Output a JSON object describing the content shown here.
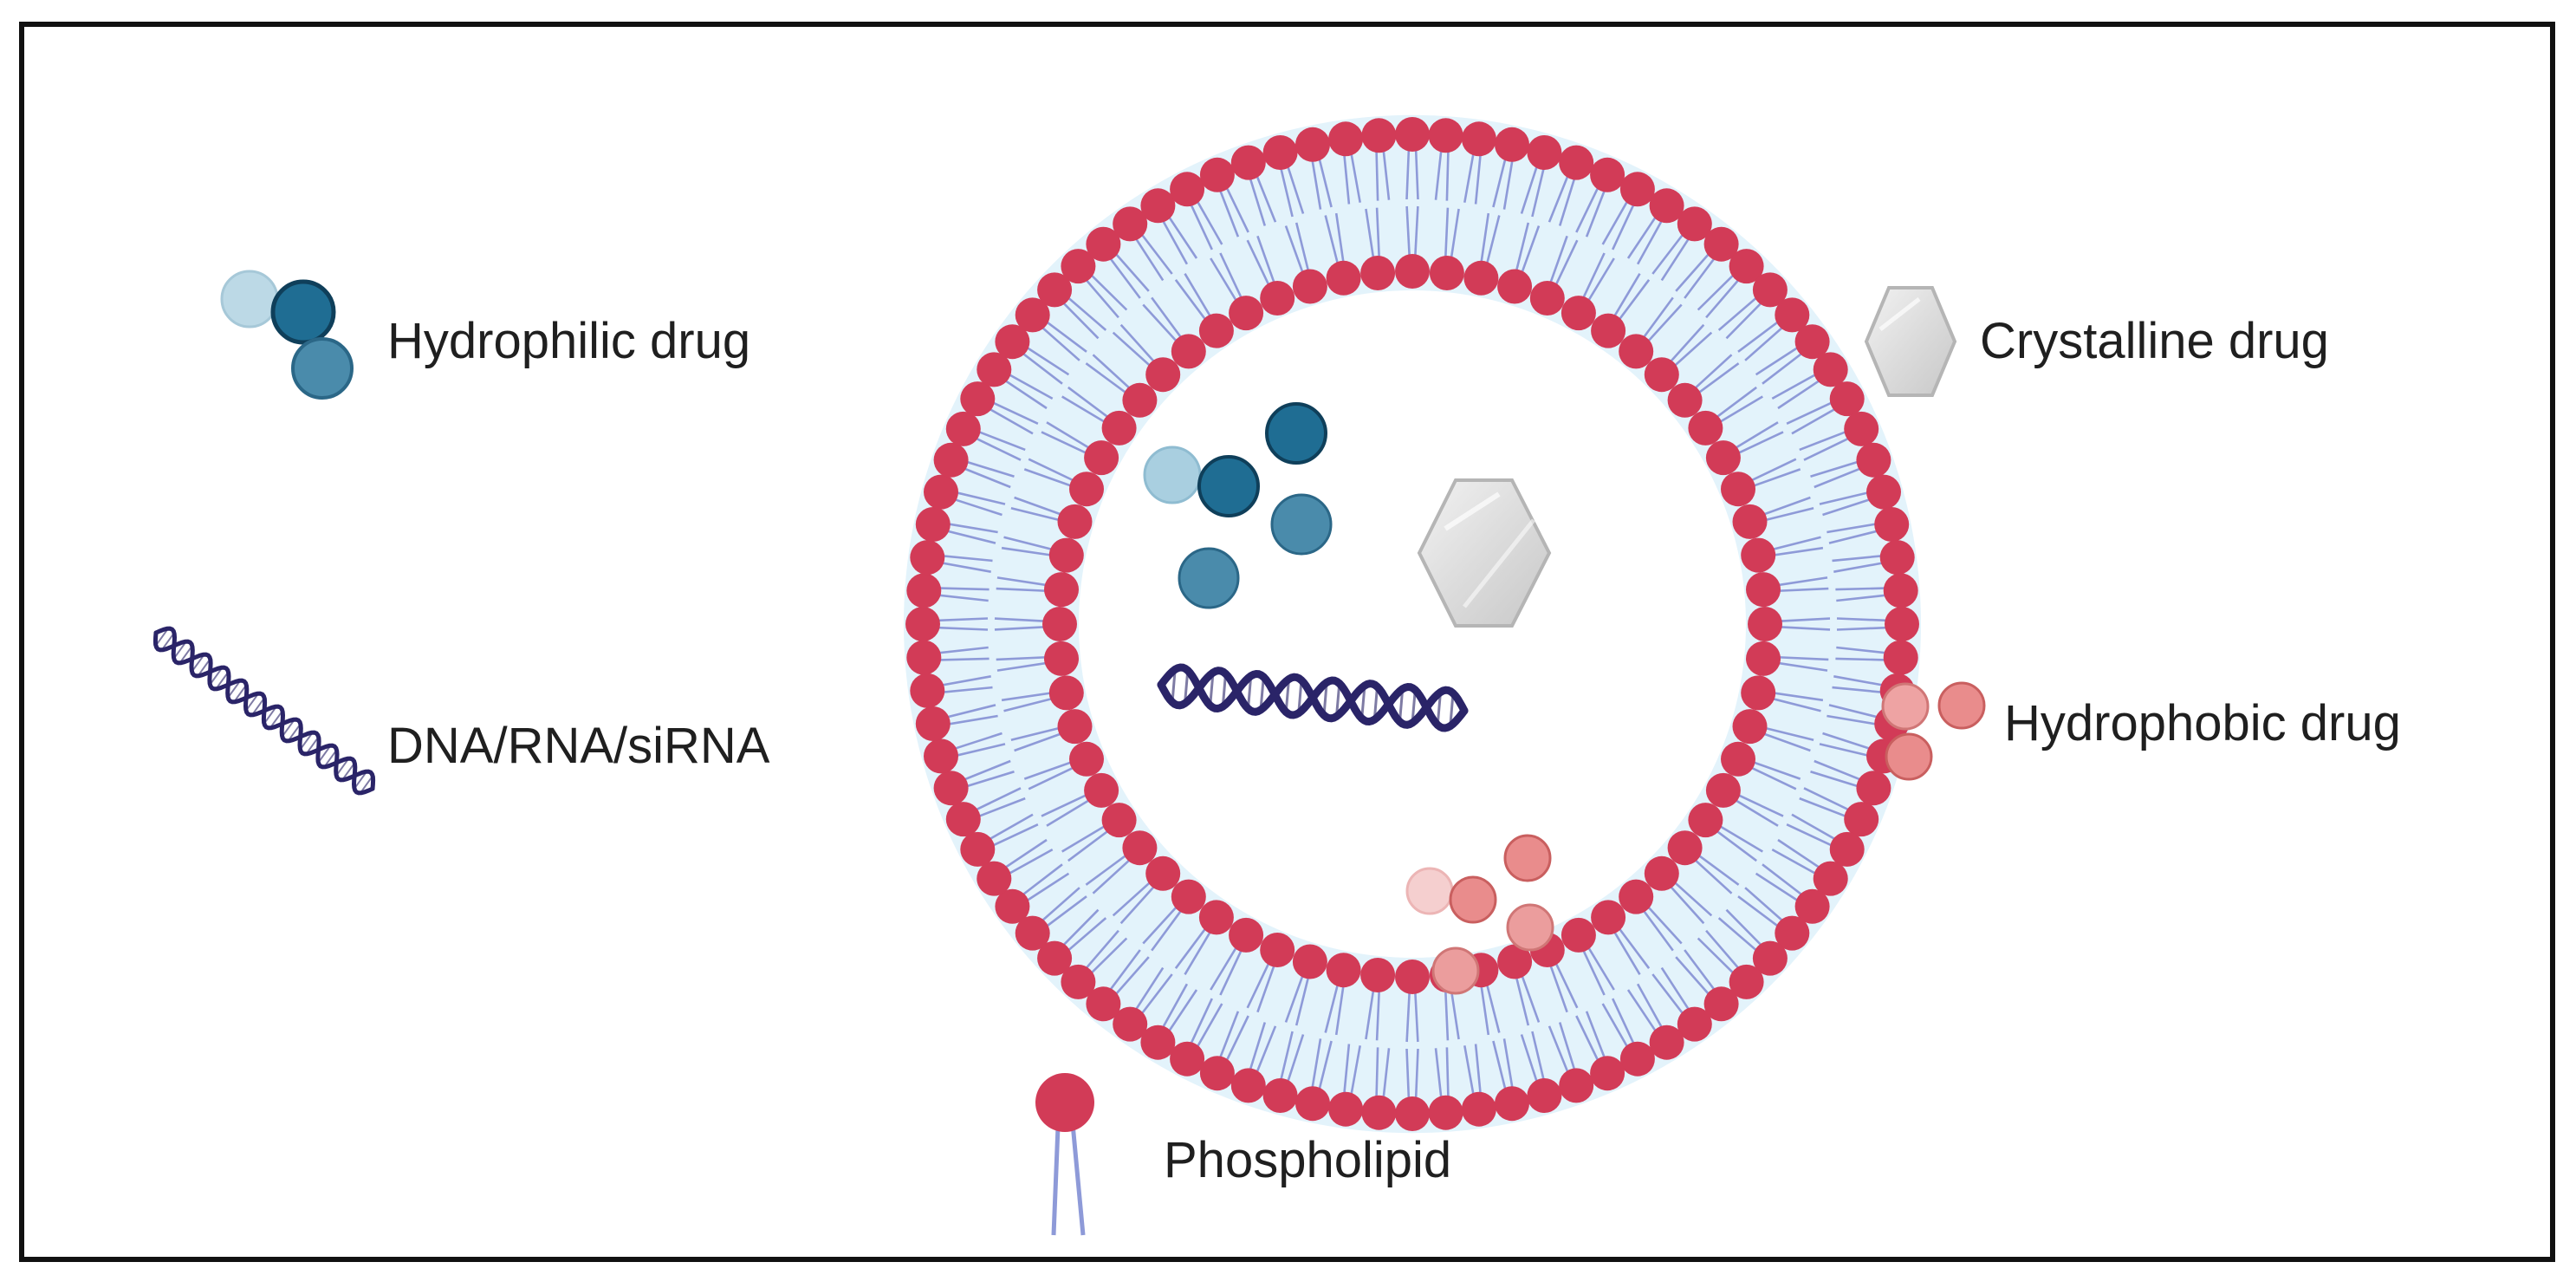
{
  "legend": {
    "hydrophilic_drug": "Hydrophilic drug",
    "dna_rna_sirna": "DNA/RNA/siRNA",
    "crystalline_drug": "Crystalline drug",
    "hydrophobic_drug": "Hydrophobic drug",
    "phospholipid": "Phospholipid"
  },
  "colors": {
    "phospholipid_head": "#d23b57",
    "phospholipid_tail": "#8e9ad8",
    "bilayer_fill": "#e3f3fb",
    "hydrophilic_dark": "#1f6d93",
    "hydrophilic_mid": "#4a8bab",
    "hydrophilic_light": "#a9cfe0",
    "hydrophobic": "#e98c8c",
    "crystal": "#dedede",
    "dna": "#2a2468",
    "frame": "#111111"
  },
  "icons": {
    "hydrophilic": "molecule-cluster-icon",
    "dna": "double-helix-icon",
    "crystalline": "hexagon-crystal-icon",
    "hydrophobic": "droplet-cluster-icon",
    "phospholipid": "phospholipid-icon"
  }
}
